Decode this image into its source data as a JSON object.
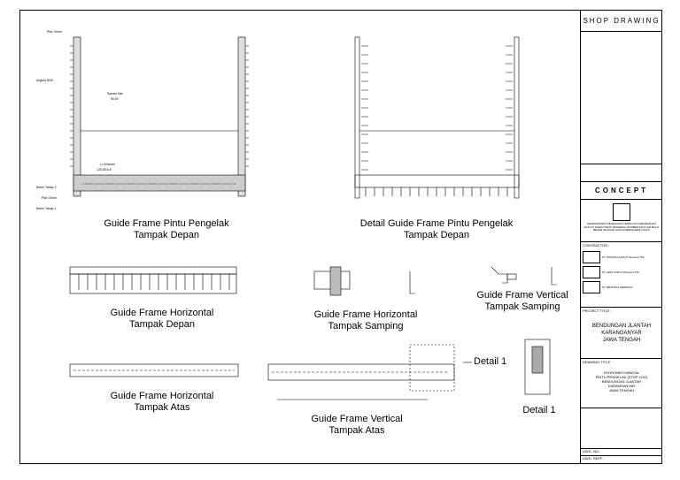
{
  "titleblock": {
    "header": "SHOP DRAWING",
    "status": "CONCEPT",
    "owner_text": "KEMENTERIAN PEKERJAAN UMUM DAN PERUMAHAN RAKYAT DIREKTORAT JENDERAL SUMBER DAYA AIR BALAI BESAR WILAYAH SUNGAI BENGAWAN SOLO",
    "contractor_label": "CONTRACTOR :",
    "contractors": [
      "PT. WASKITA KARYA (Persero) Tbk",
      "PT. ADHI KARYA (Persero) Tbk",
      "PT. BRANTAS ABIPRAYA"
    ],
    "project_label": "PROJECT TITLE :",
    "project_lines": [
      "BENDUNGAN JLANTAH",
      "KARANGANYAR",
      "JAWA TENGAH"
    ],
    "drawing_label": "DRAWING TITLE :",
    "drawing_lines": [
      "HYDROMECHANICAL",
      "PINTU PENGELAK (STOP LOG)",
      "BENDUNGAN JLANTAH",
      "KARANGANYAR",
      "JAWA TENGAH"
    ],
    "dwg_no": "DWG. NO. :",
    "dwg_ref": "DWG. REFF. :"
  },
  "titles": {
    "t1a": "Guide Frame Pintu Pengelak",
    "t1b": "Tampak Depan",
    "t2a": "Detail Guide Frame Pintu Pengelak",
    "t2b": "Tampak Depan",
    "t3a": "Guide Frame Horizontal",
    "t3b": "Tampak Depan",
    "t4a": "Guide Frame Horizontal",
    "t4b": "Tampak Samping",
    "t5a": "Guide Frame Vertical",
    "t5b": "Tampak Samping",
    "t6a": "Guide Frame Horizontal",
    "t6b": "Tampak Atas",
    "t7a": "Guide Frame Vertical",
    "t7b": "Tampak Atas",
    "t8": "Detail 1",
    "detail_ref": "Detail 1"
  },
  "notes": {
    "plat": "Plat 10mm",
    "angkur": "Angkur M25",
    "square": "Square Bar",
    "square_size": "50.50",
    "uchannel": "U-Channel",
    "uchannel_size": "125.65.6.8",
    "beton2": "Beton Tahap 2",
    "beton1": "Beton Tahap 1",
    "plat_bottom": "Plat 10mm"
  }
}
